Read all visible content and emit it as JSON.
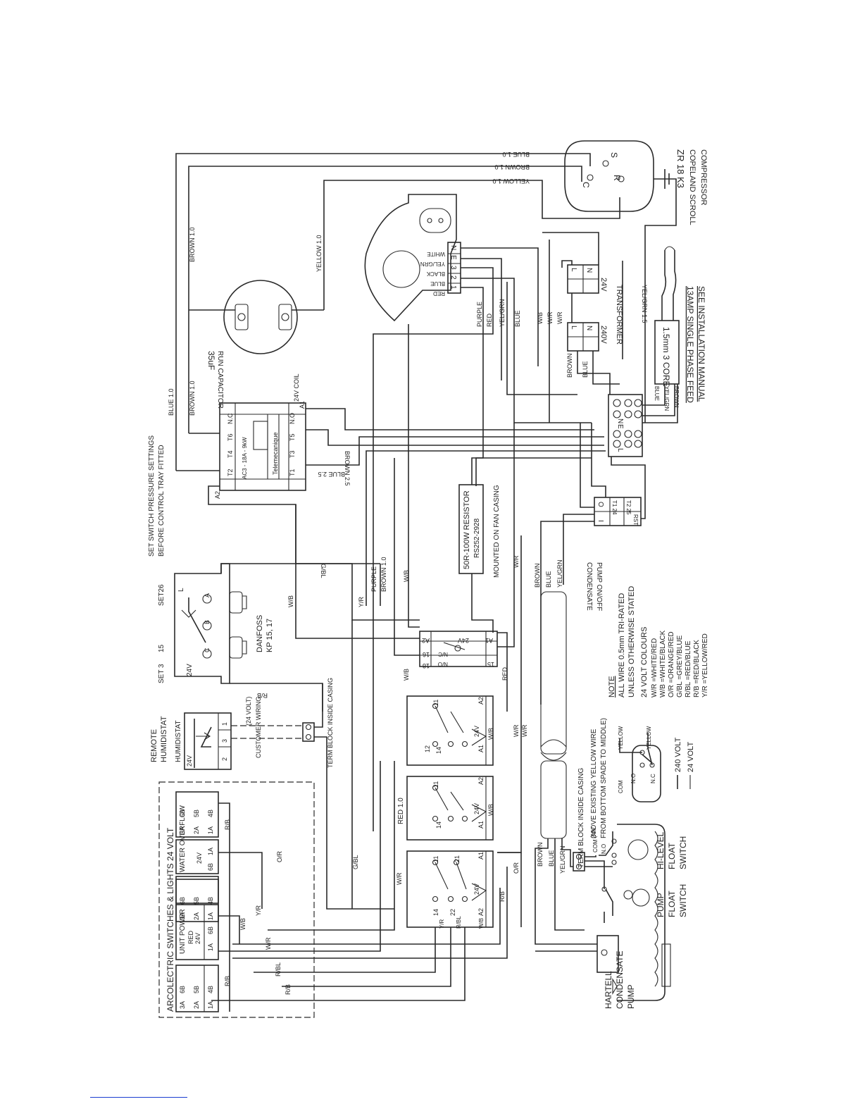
{
  "notes": {
    "pressure_settings_1": "SET SWITCH PRESSURE SETTINGS",
    "pressure_settings_2": "BEFORE CONTROL TRAY FITTED",
    "set_3": "SET 3",
    "set_15": "15",
    "set_26": "SET26",
    "wire_note_title": "NOTE",
    "wire_note_1": "ALL WIRE 0.5mm TRI-RATED",
    "wire_note_2": "UNLESS OTHERWISE STATED",
    "colours_title": "24 VOLT COLOURS",
    "colours": [
      "W/R =WHITE/RED",
      "W/B =WHITE/BLACK",
      "O/R =ORANGE/RED",
      "G/BL =GREY/BLUE",
      "R/BL =RED/BLUE",
      "R/B =RED/BLACK",
      "Y/R =YELLOW/RED"
    ],
    "legend_240": "240 VOLT",
    "legend_24": "24 VOLT",
    "move_yellow_1": "(MOVE EXISTING YELLOW WIRE",
    "move_yellow_2": "FROM BOTTOM SPADE TO MIDDLE)"
  },
  "compressor": {
    "model": "ZR 18 K3",
    "make": "COPELAND SCROLL",
    "type": "COMPRESSOR",
    "terminals": [
      "C",
      "S",
      "R"
    ]
  },
  "capacitor": {
    "value": "35uF",
    "label": "RUN CAPACITOR"
  },
  "fan_motor": {
    "terminals": [
      "N",
      "E",
      "3",
      "2",
      "1"
    ],
    "wires": [
      "WHITE",
      "YEL/GRN",
      "BLACK",
      "BLUE",
      "RED"
    ]
  },
  "transformer": {
    "label": "TRANSFORMER",
    "primary": "240V",
    "secondary": "24V",
    "terminals": [
      "L",
      "N"
    ]
  },
  "supply": {
    "cable": "1.5mm 3 CORE",
    "feed": "13AMP SINGLE PHASE FEED",
    "manual": "SEE INSTALLATION MANUAL",
    "wires": [
      "BLUE",
      "YEL/GRN",
      "BROWN"
    ],
    "block": [
      "L",
      "E",
      "N"
    ]
  },
  "contactor": {
    "brand": "Telemecanique",
    "rating": "AC3 - 18A - 9kW",
    "top_terminals": [
      "A2",
      "T2",
      "T4",
      "T6",
      "N.C"
    ],
    "bottom_terminals": [
      "T1",
      "T3",
      "T5",
      "N.O",
      "A1"
    ],
    "coil": "24V COIL"
  },
  "resistor": {
    "line1": "50R-100W RESISTOR",
    "line2": "RS252-2928",
    "line3": "MOUNTED ON FAN CASING"
  },
  "pressure_switch": {
    "brand": "DANFOSS",
    "model": "KP 15, 17",
    "voltage": "24V",
    "terminals": [
      "L",
      "A",
      "B",
      "C"
    ]
  },
  "timer_relay": {
    "labels": [
      "A1",
      "A2",
      "24V",
      "16",
      "18",
      "15",
      "N/C",
      "N/O"
    ]
  },
  "condensate_switch": {
    "label1": "CONDENSATE",
    "label2": "PUMP ON/OFF",
    "terms": [
      "O",
      "I",
      "T1 24",
      "T2 25",
      "RST"
    ]
  },
  "humidistat": {
    "remote": "REMOTE",
    "remote2": "HUMIDISTAT",
    "label": "HUMIDISTAT",
    "voltage": "24V",
    "terminals": [
      "1",
      "3",
      "2"
    ],
    "customer_wiring": "CUSTOMER WIRING",
    "customer_volt": "(24 VOLT)",
    "term_block": "TERM BLOCK INSIDE CASING"
  },
  "switch_panel": {
    "title": "ARCOLECTRIC SWITCHES & LIGHTS 24 VOLT",
    "unit_power": "UNIT POWER",
    "red": "RED",
    "v24": "24V",
    "water_overflow": "WATER OVERFLOW",
    "terms_a": [
      "3A",
      "6B"
    ],
    "terms_b": [
      "2A",
      "5B"
    ],
    "terms_c": [
      "1A",
      "4B"
    ],
    "terms_d": [
      "6B",
      "1A"
    ]
  },
  "relays": {
    "terms": [
      "11",
      "12",
      "14",
      "21",
      "22",
      "A1",
      "A2",
      "24V"
    ]
  },
  "pump": {
    "line1": "HARTELL",
    "line2": "CONDENSATE",
    "line3": "PUMP",
    "pump_float_1": "PUMP",
    "pump_float_2": "FLOAT",
    "pump_float_3": "SWITCH",
    "hi_level_1": "HI-LEVEL",
    "hi_level_2": "FLOAT",
    "hi_level_3": "SWITCH",
    "com": "COM",
    "no": "N.O",
    "nc": "N.C",
    "v24": "24V",
    "yellow": "YELLOW",
    "term_block": "TERM BLOCK INSIDE CASING"
  },
  "wire_labels": {
    "blue_1_0": "BLUE 1.0",
    "brown_1_0": "BROWN 1.0",
    "yellow_1_0": "YELLOW 1.0",
    "brown_2_5": "BROWN 2.5",
    "blue_2_5": "BLUE 2.5",
    "purple": "PURPLE",
    "yel_grn": "YEL/GRN",
    "blue": "BLUE",
    "brown": "BROWN",
    "yel_grn_1_5": "YEL/GRN 1.5",
    "red": "RED",
    "red_1_0": "RED 1.0",
    "w_b": "W/B",
    "w_r": "W/R",
    "y_r": "Y/R",
    "g_bl": "G/BL",
    "r_b": "R/B",
    "r_bl": "R/BL",
    "o_r": "O/R"
  }
}
